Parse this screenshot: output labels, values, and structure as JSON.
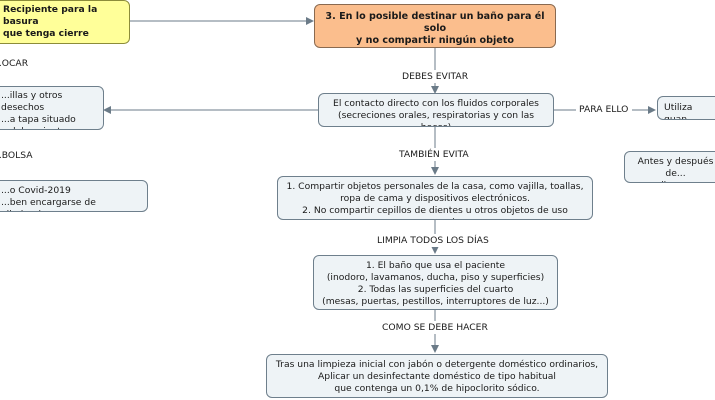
{
  "nodes": {
    "yellow_box": "Recipiente para la basura\n que tenga cierre",
    "main_title": "3. En lo posible destinar un baño para él solo\ny no compartir ningún objeto",
    "left_box_1": "...illas y otros desechos\n...a tapa situado\n...del paciente",
    "left_box_2": "...o Covid-2019\n...ben encargarse de eliminarlos.",
    "contact_box": "El contacto directo con los fluidos corporales\n(secreciones orales, respiratorias y con las heces)",
    "right_box_1": "Utiliza guan...",
    "right_box_2": "Antes y después de...\naplicar m...",
    "objects_box": "1. Compartir objetos personales de la casa, como vajilla, toallas,\nropa de cama y dispositivos electrónicos.\n2. No compartir cepillos de dientes u otros objetos de uso personal",
    "clean_box": "1. El baño que usa el paciente\n(inodoro, lavamanos, ducha, piso y superficies)\n2. Todas las superficies del cuarto\n(mesas, puertas, pestillos, interruptores de luz...)",
    "method_box": "Tras una limpieza inicial con jabón o detergente doméstico ordinarios,\nAplicar un desinfectante doméstico de tipo habitual\nque contenga un 0,1% de hipoclorito sódico."
  },
  "labels": {
    "tocar": "...OCAR",
    "bolsa": "...BOLSA",
    "debes_evitar": "DEBES EVITAR",
    "para_ello": "PARA ELLO",
    "tambien_evita": "TAMBIÉN EVITA",
    "limpia": "LIMPIA TODOS LOS DÍAS",
    "como": "COMO SE DEBE HACER"
  },
  "colors": {
    "line": "#6b7b88",
    "node_fill": "#eef3f6",
    "yellow": "#ffff99",
    "orange": "#fbbe8d"
  }
}
